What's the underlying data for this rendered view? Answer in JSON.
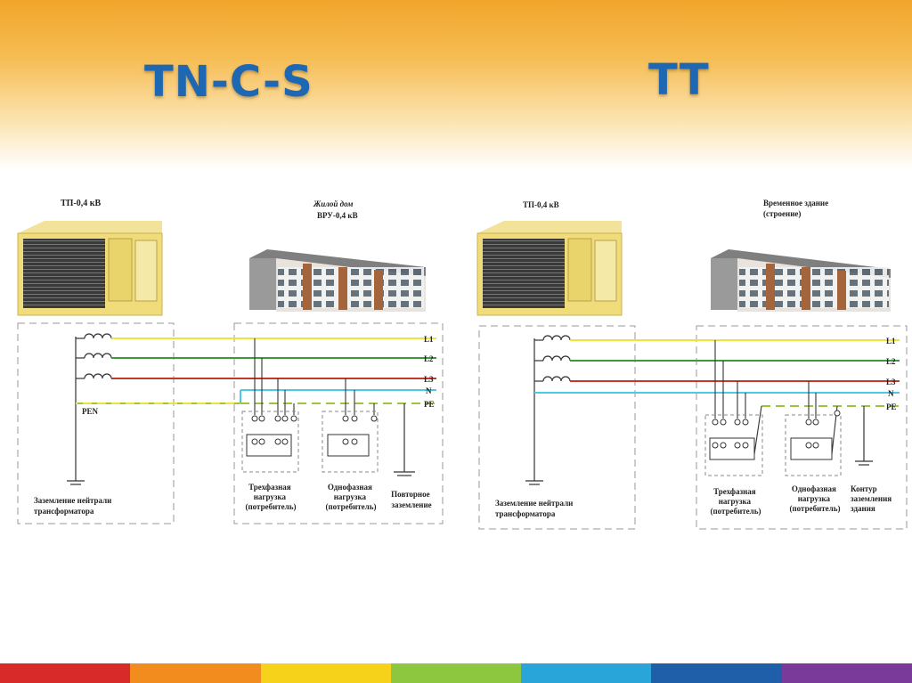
{
  "titles": {
    "left": "TN-C-S",
    "right": "TT"
  },
  "colors": {
    "phase_l1": "#f0e23c",
    "phase_l2": "#3c9a3c",
    "phase_l3": "#c0392b",
    "neutral": "#4cc9e6",
    "protective": "#9bc53d",
    "title": "#1e67b3",
    "bottom_bar": [
      "#d92a2a",
      "#f28c1e",
      "#f7d21b",
      "#8dc63f",
      "#2aa5d9",
      "#1f5ea8",
      "#7a3a9a"
    ]
  },
  "tncs": {
    "substation_label": "ТП-0,4 кВ",
    "building_label_line1": "Жилой дом",
    "building_label_line2": "ВРУ-0,4 кВ",
    "wire_labels": [
      "L1",
      "L2",
      "L3",
      "N",
      "PE"
    ],
    "pen_label": "PEN",
    "neutral_grounding": [
      "Заземление нейтрали",
      "трансформатора"
    ],
    "three_phase_load": [
      "Трехфазная",
      "нагрузка",
      "(потребитель)"
    ],
    "single_phase_load": [
      "Однофазная",
      "нагрузка",
      "(потребитель)"
    ],
    "repeat_grounding": [
      "Повторное",
      "заземление"
    ]
  },
  "tt": {
    "substation_label": "ТП-0,4 кВ",
    "building_label_line1": "Временное здание",
    "building_label_line2": "(строение)",
    "wire_labels": [
      "L1",
      "L2",
      "L3",
      "N",
      "PE"
    ],
    "neutral_grounding": [
      "Заземление нейтрали",
      "трансформатора"
    ],
    "three_phase_load": [
      "Трехфазная",
      "нагрузка",
      "(потребитель)"
    ],
    "single_phase_load": [
      "Однофазная",
      "нагрузка",
      "(потребитель)"
    ],
    "building_grounding": [
      "Контур",
      "заземления",
      "здания"
    ]
  }
}
